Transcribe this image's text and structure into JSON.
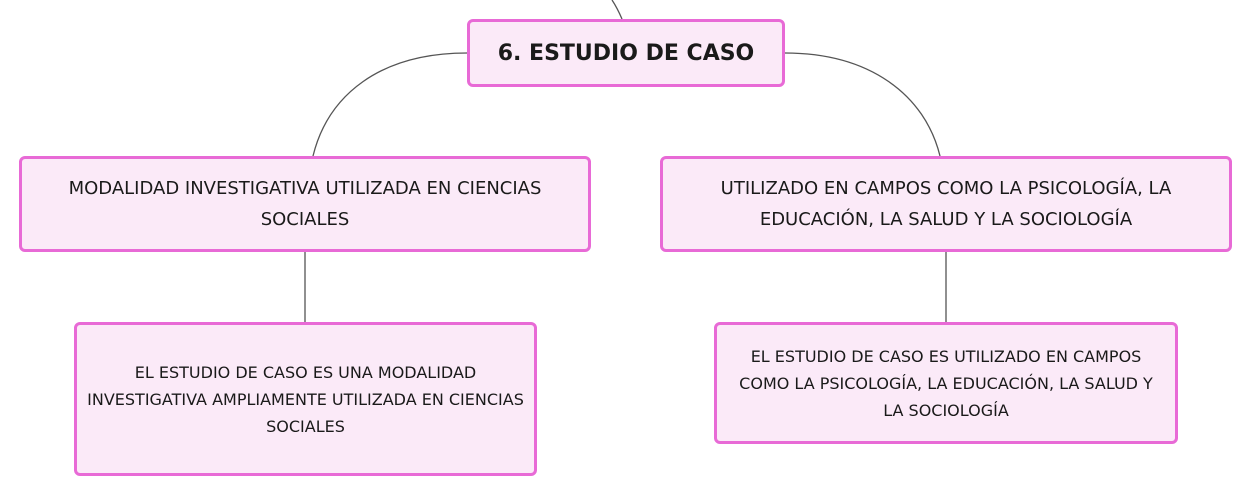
{
  "colors": {
    "node_fill": "#fbeaf8",
    "node_border": "#e86ad6",
    "connector": "#555555",
    "text": "#1a1a1a"
  },
  "nodes": {
    "root": "6. ESTUDIO DE CASO",
    "left_topic": "MODALIDAD INVESTIGATIVA UTILIZADA EN CIENCIAS SOCIALES",
    "right_topic": "UTILIZADO EN CAMPOS COMO LA PSICOLOGÍA, LA EDUCACIÓN, LA SALUD Y LA SOCIOLOGÍA",
    "left_detail": "EL ESTUDIO DE CASO ES UNA MODALIDAD INVESTIGATIVA AMPLIAMENTE UTILIZADA EN CIENCIAS SOCIALES",
    "right_detail": "EL ESTUDIO DE CASO ES UTILIZADO EN CAMPOS COMO LA PSICOLOGÍA, LA EDUCACIÓN, LA SALUD Y LA SOCIOLOGÍA"
  }
}
